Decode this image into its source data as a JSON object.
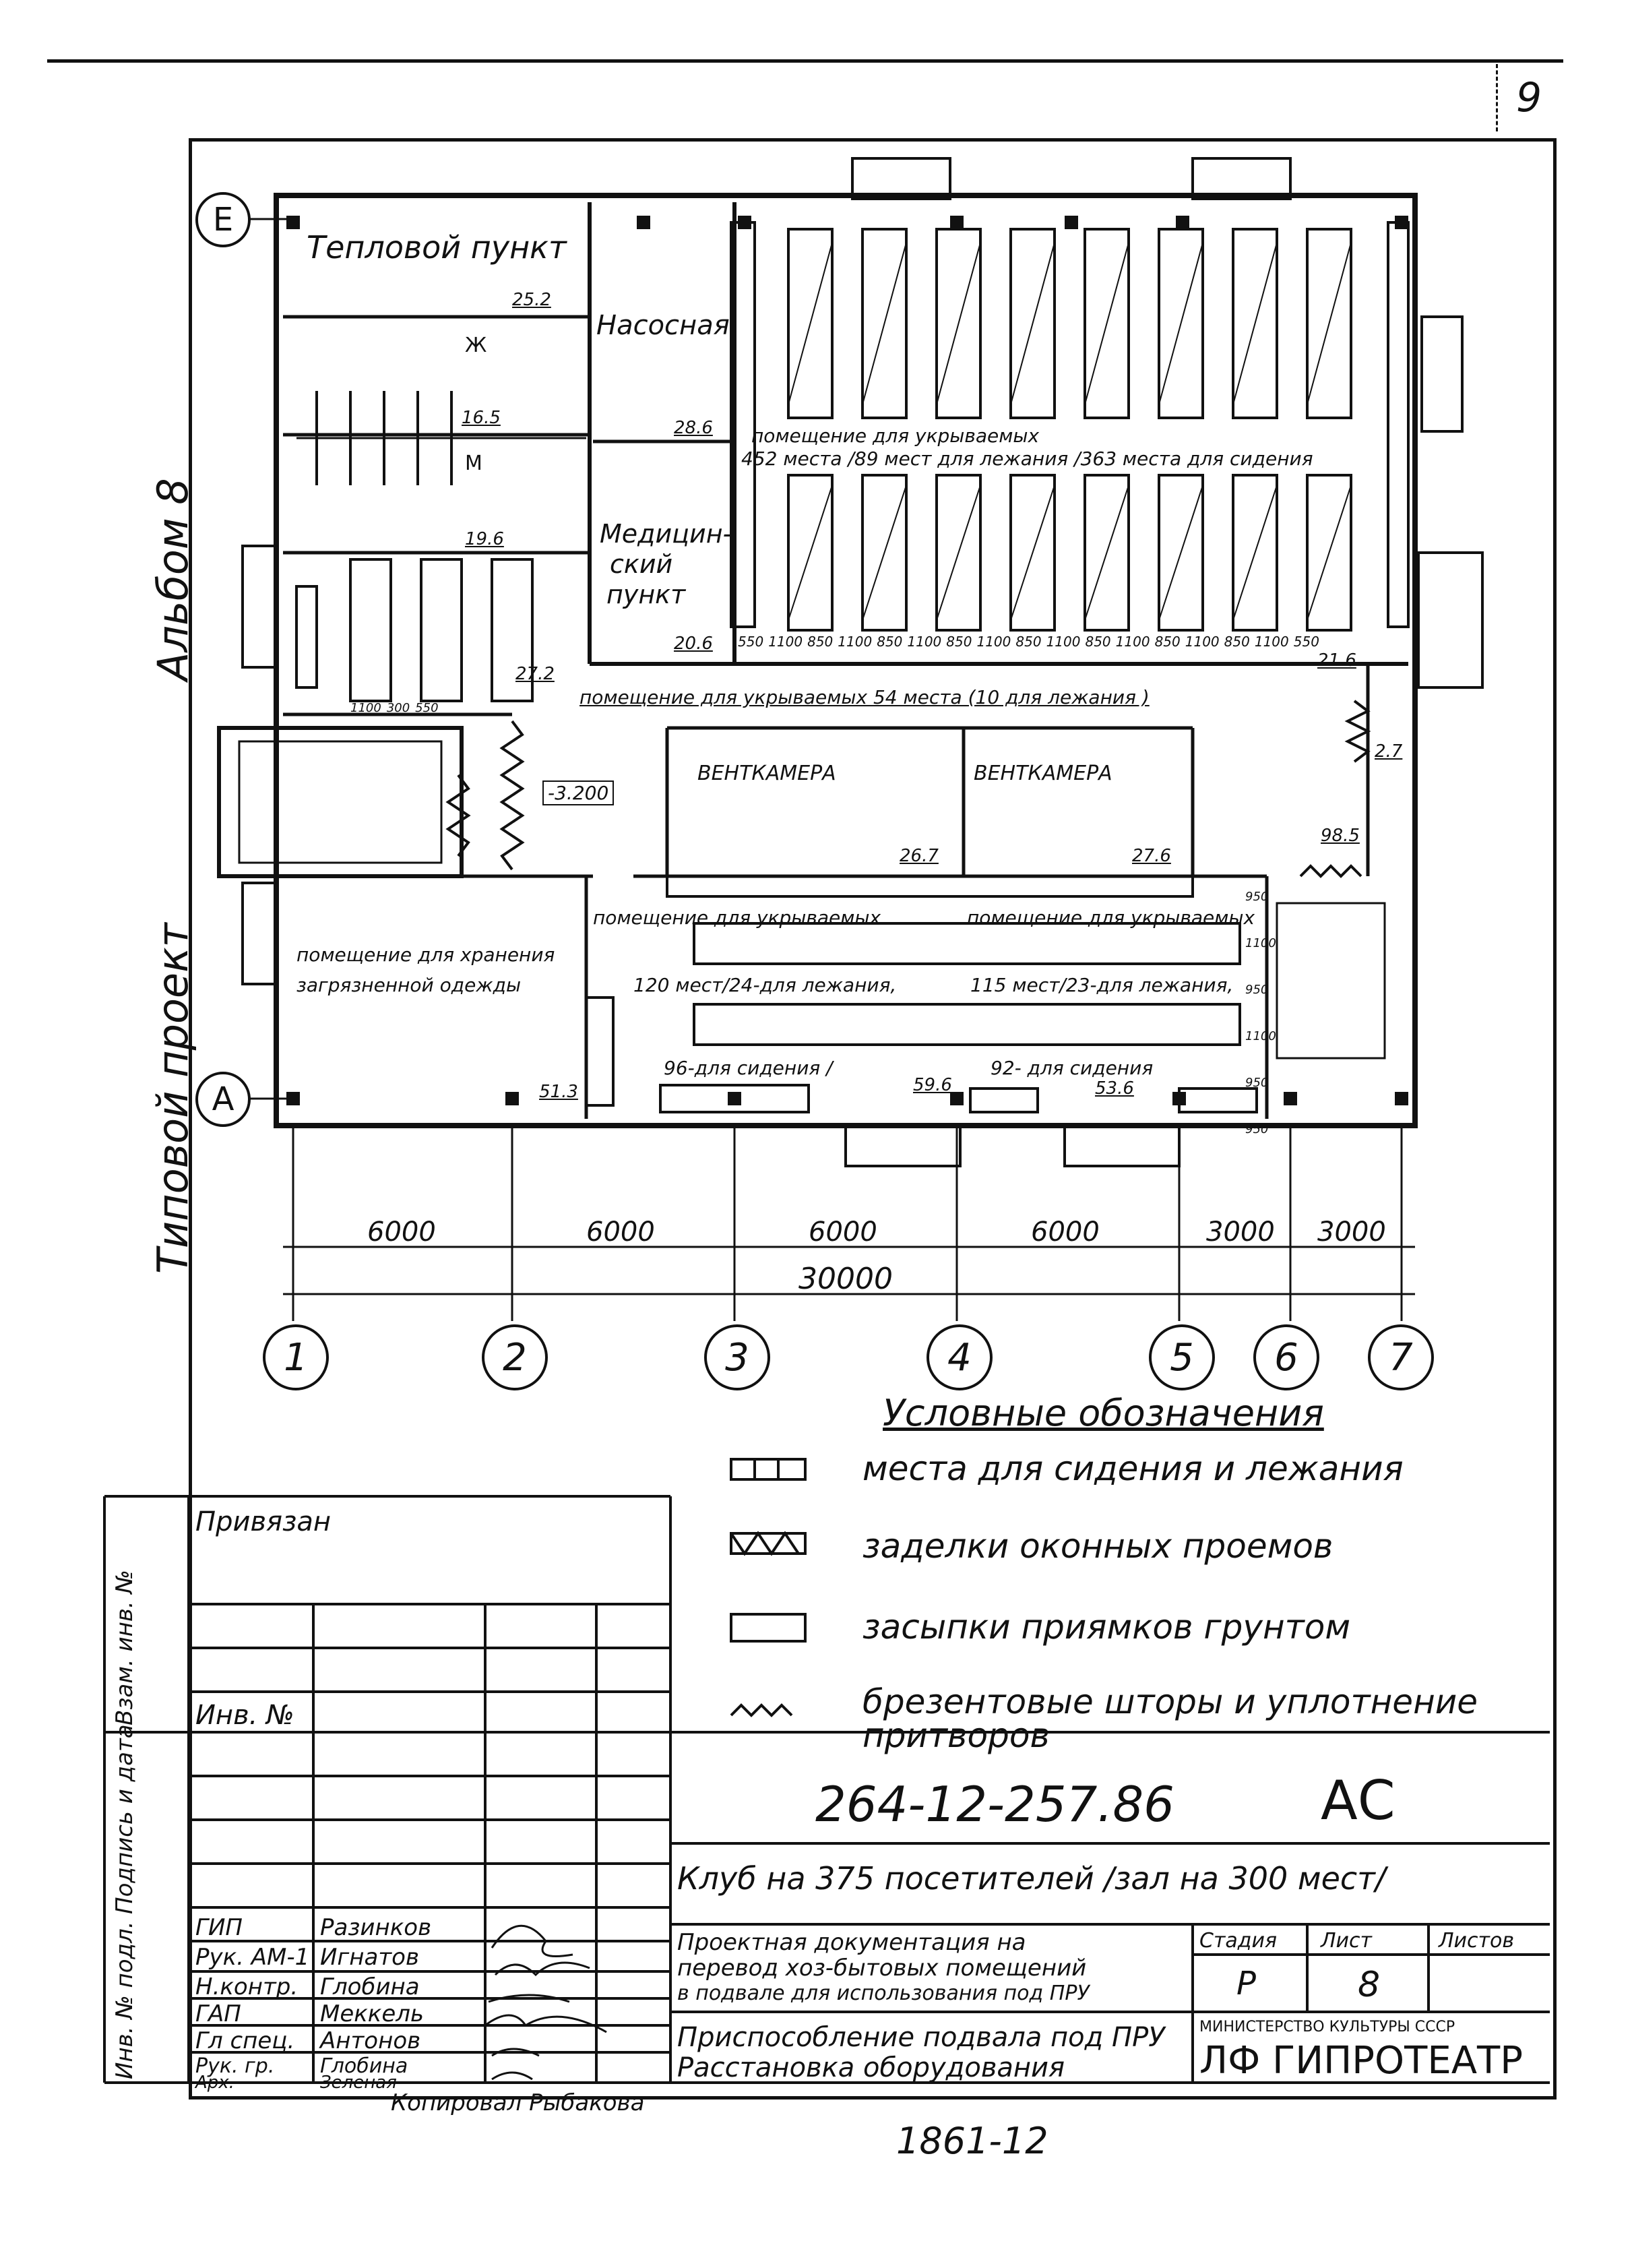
{
  "sheet_corner_number": "9",
  "album": "Альбом 8",
  "project_type": "Типовой проект",
  "axis_letters": [
    "Е",
    "А"
  ],
  "axis_numbers": [
    "1",
    "2",
    "3",
    "4",
    "5",
    "6",
    "7"
  ],
  "dimensions": {
    "spans": [
      "6000",
      "6000",
      "6000",
      "6000",
      "3000",
      "3000"
    ],
    "total": "30000"
  },
  "rooms": {
    "heat_point": "Тепловой пункт",
    "pump_room": "Насосная",
    "medical": [
      "Медицин-",
      "ский",
      "пункт"
    ],
    "shelter_main_line1": "помещение для   укрываемых",
    "shelter_main_line2": "452 места  /89 мест для лежания /363 места для сидения",
    "shelter_54": "помещение для укрываемых 54 места (10 для лежания )",
    "vent1": "ВЕНТКАМЕРА",
    "vent2": "ВЕНТКАМЕРА",
    "shelter_120_line1": "помещение для укрываемых",
    "shelter_120_line2": "120 мест/24-для лежания,",
    "shelter_120_line3": "96-для сидения /",
    "shelter_115_line1": "помещение для укрываемых",
    "shelter_115_line2": "115 мест/23-для лежания,",
    "shelter_115_line3": "92- для сидения",
    "dirty_clothes_line1": "помещение для хранения",
    "dirty_clothes_line2": "загрязненной одежды",
    "room_zh": "Ж",
    "room_m": "М",
    "level": "-3.200"
  },
  "room_marks": [
    "25.2",
    "16.5",
    "19.6",
    "28.6",
    "20.6",
    "27.2",
    "26.7",
    "27.6",
    "21.6",
    "2.7",
    "98.5",
    "51.3",
    "59.6",
    "53.6"
  ],
  "small_dims": [
    "550",
    "1100",
    "850",
    "1100",
    "850",
    "1100",
    "850",
    "1100",
    "850",
    "1100",
    "850",
    "1100",
    "850",
    "1100",
    "850",
    "1100",
    "550",
    "1100",
    "300",
    "550",
    "950",
    "1100",
    "950",
    "1100",
    "950",
    "950"
  ],
  "legend": {
    "title": "Условные обозначения",
    "items": [
      "места для сидения и лежания",
      "заделки оконных проемов",
      "засыпки приямков грунтом",
      "брезентовые шторы и уплотнение притворов"
    ]
  },
  "stamp": {
    "tied": "Привязан",
    "inv": "Инв. №",
    "code": "264-12-257.86",
    "mark": "АС",
    "title1": "Клуб на 375 посетителей /зал на 300 мест/",
    "title2_line1": "Проектная документация на",
    "title2_line2": "перевод хоз-бытовых помещений",
    "title2_line3": "в подвале для использования под ПРУ",
    "title3_line1": "Приспособление подвала под ПРУ",
    "title3_line2": "Расстановка оборудования",
    "col_stage": "Стадия",
    "col_sheet": "Лист",
    "col_sheets": "Листов",
    "stage": "Р",
    "sheet": "8",
    "ministry": "МИНИСТЕРСТВО КУЛЬТУРЫ СССР",
    "org": "ЛФ ГИПРОТЕАТР",
    "roles": [
      "ГИП",
      "Рук. АМ-1",
      "Н.контр.",
      "ГАП",
      "Гл спец.",
      "Рук. гр.",
      "Арх."
    ],
    "names": [
      "Разинков",
      "Игнатов",
      "Глобина",
      "Меккель",
      "Антонов",
      "Глобина",
      "Зеленая"
    ],
    "side_labels": [
      "Взам. инв. №",
      "Подпись и дата",
      "Инв. № подл."
    ]
  },
  "copied": "Копировал Рыбакова",
  "bottom_number": "1861-12"
}
